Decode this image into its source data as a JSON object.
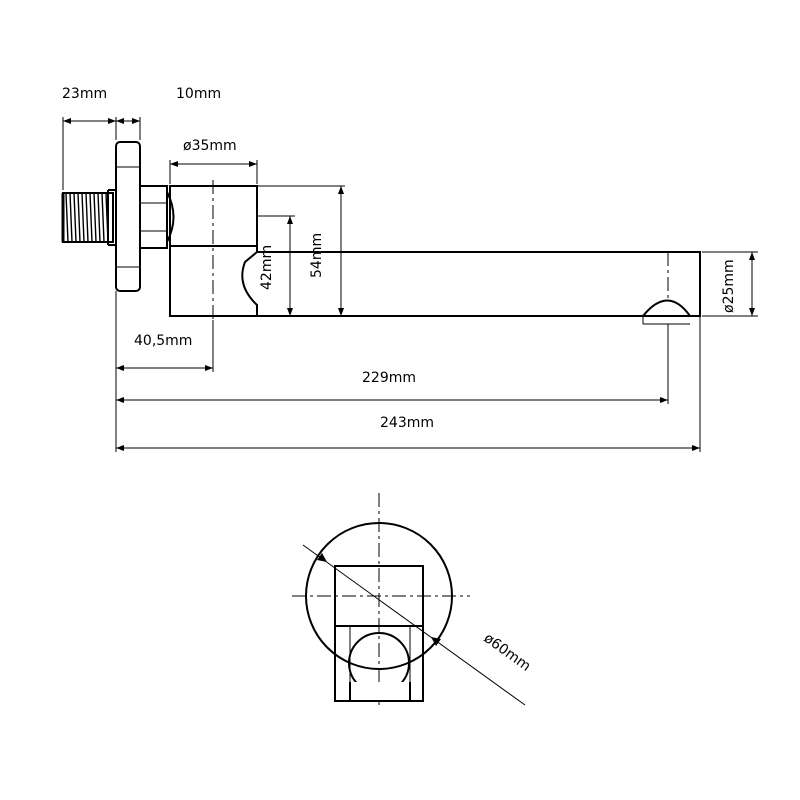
{
  "dimensions": {
    "thread_length": "23mm",
    "flange_thickness": "10mm",
    "body_diameter": "ø35mm",
    "spout_height": "42mm",
    "body_height": "54mm",
    "spout_diameter": "ø25mm",
    "body_offset": "40,5mm",
    "spout_reach": "229mm",
    "total_length": "243mm",
    "flange_diameter": "ø60mm"
  }
}
